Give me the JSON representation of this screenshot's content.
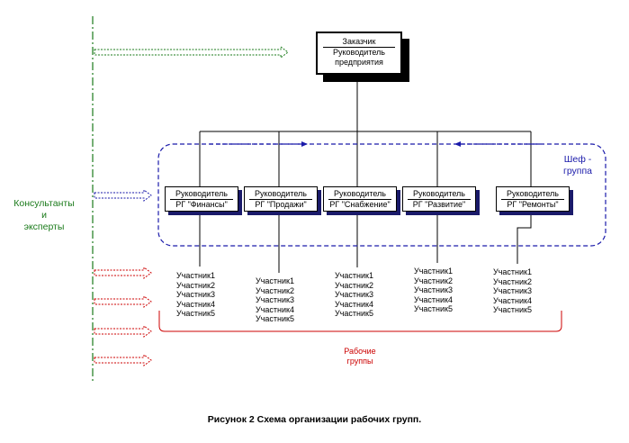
{
  "top_box": {
    "line1": "Заказчик",
    "line2": "Руководитель предприятия"
  },
  "rg_boxes": [
    {
      "line1": "Руководитель",
      "line2": "РГ \"Финансы\""
    },
    {
      "line1": "Руководитель",
      "line2": "РГ \"Продажи\""
    },
    {
      "line1": "Руководитель",
      "line2": "РГ \"Снабжение\""
    },
    {
      "line1": "Руководитель",
      "line2": "РГ \"Развитие\""
    },
    {
      "line1": "Руководитель",
      "line2": "РГ \"Ремонты\""
    }
  ],
  "members": {
    "g1": [
      "Участник1",
      "Участник2",
      "Участник3",
      "Участник4",
      "Участник5"
    ],
    "g2": [
      "Участник1",
      "Участник2",
      "Участник3",
      "Участник4",
      "Участник5"
    ],
    "g3": [
      "Участник1",
      "Участник2",
      "Участник3",
      "Участник4",
      "Участник5"
    ],
    "g4": [
      "Участник1",
      "Участник2",
      "Участник3",
      "Участник4",
      "Участник5"
    ],
    "g5": [
      "Участник1",
      "Участник2",
      "Участник3",
      "Участник4",
      "Участник5"
    ]
  },
  "consultants_label": {
    "line1": "Консультанты",
    "line2": "и",
    "line3": "эксперты"
  },
  "chef_group_label": {
    "line1": "Шеф -",
    "line2": "группа"
  },
  "work_groups_label": {
    "line1": "Рабочие",
    "line2": "группы"
  },
  "caption": "Рисунок 2 Схема организации рабочих групп.",
  "colors": {
    "green": "#1a7a1a",
    "blue": "#1a1aaa",
    "red": "#cc0000"
  }
}
